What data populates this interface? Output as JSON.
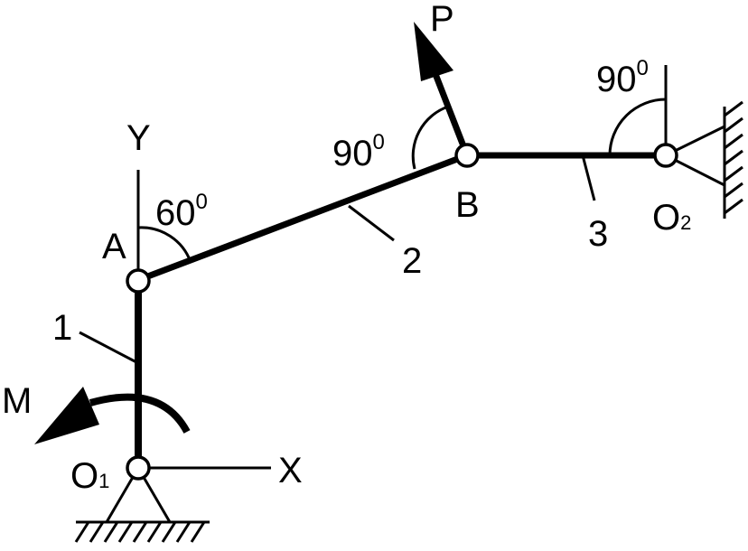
{
  "labels": {
    "axis_y": "Y",
    "axis_x": "X",
    "point_a": "A",
    "point_b": "B",
    "point_o1": "O",
    "point_o1_sub": "1",
    "point_o2": "O",
    "point_o2_sub": "2",
    "force": "P",
    "moment": "M",
    "link_1": "1",
    "link_2": "2",
    "link_3": "3",
    "angle_a": "60",
    "angle_a_sup": "0",
    "angle_b": "90",
    "angle_b_sup": "0",
    "angle_o2": "90",
    "angle_o2_sup": "0"
  },
  "colors": {
    "stroke": "#000000",
    "background": "#ffffff"
  }
}
